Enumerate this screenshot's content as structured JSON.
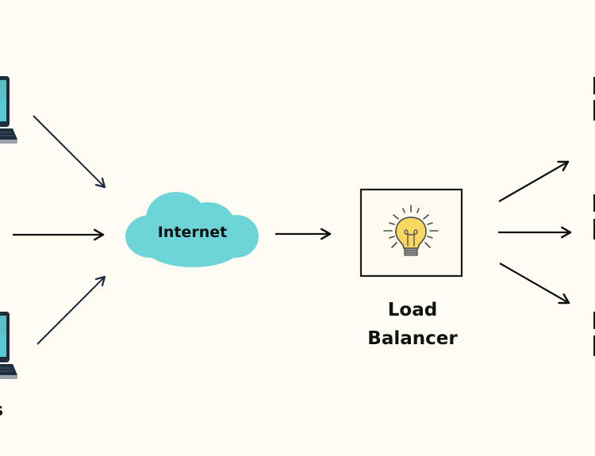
{
  "diagram": {
    "title": "Load Balancer Architecture",
    "nodes": {
      "clients": {
        "label": "Clients",
        "icon": "laptop-icon",
        "visible_text": "s"
      },
      "internet": {
        "label": "Internet",
        "icon": "cloud-icon"
      },
      "load_balancer": {
        "label_line1": "Load",
        "label_line2": "Balancer",
        "icon": "lightbulb-icon"
      },
      "servers": {
        "count": 3,
        "icon": "server-icon"
      }
    },
    "edges": [
      {
        "from": "client-top",
        "to": "internet"
      },
      {
        "from": "client-middle",
        "to": "internet"
      },
      {
        "from": "client-bottom",
        "to": "internet"
      },
      {
        "from": "internet",
        "to": "load_balancer"
      },
      {
        "from": "load_balancer",
        "to": "server-top"
      },
      {
        "from": "load_balancer",
        "to": "server-middle"
      },
      {
        "from": "load_balancer",
        "to": "server-bottom"
      }
    ],
    "colors": {
      "background": "#fefcf3",
      "cloud": "#6dd5d8",
      "bulb": "#f9d862",
      "laptop_frame": "#1e2e3c",
      "laptop_screen_top": "#5bbfc6",
      "laptop_screen_bottom": "#55cbd3",
      "arrow": "#111111",
      "arrow_navy": "#1c2740"
    }
  }
}
